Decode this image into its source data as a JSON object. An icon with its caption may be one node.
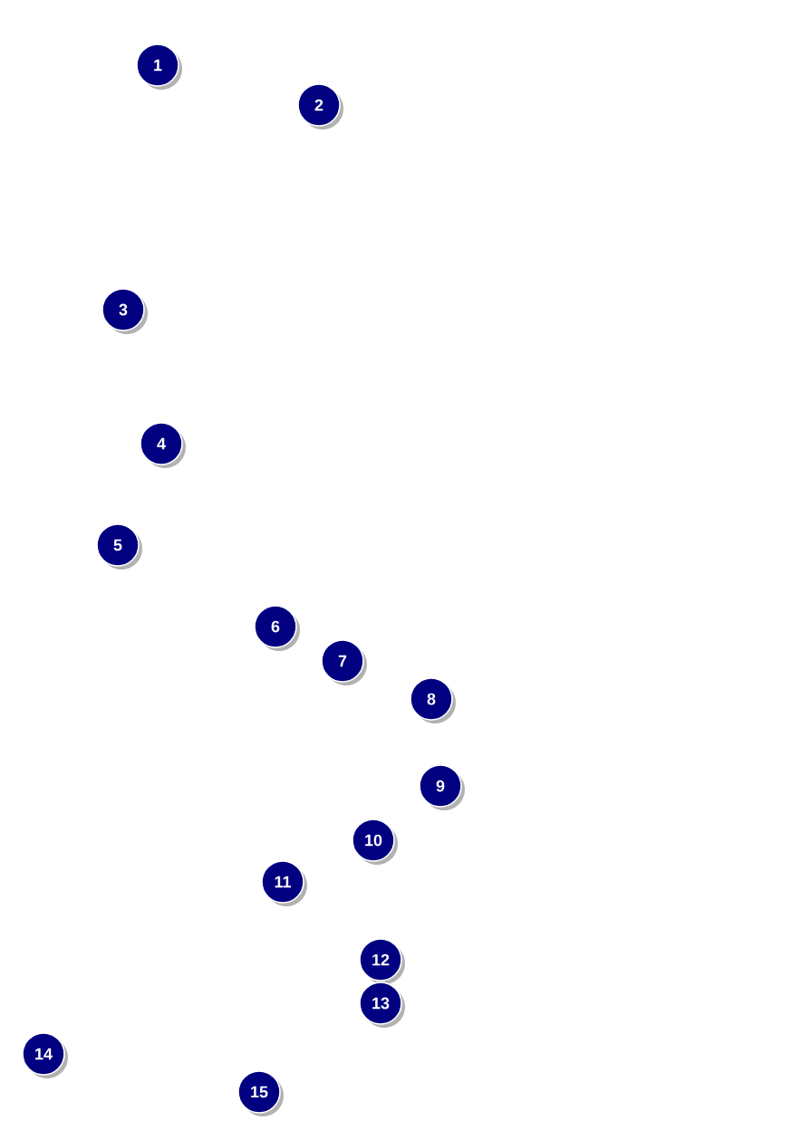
{
  "diagram": {
    "nodes": [
      {
        "text": [
          "1"
        ]
      },
      {
        "text": [
          "2"
        ]
      },
      {
        "text": [
          "3"
        ]
      },
      {
        "text": [
          "4"
        ]
      },
      {
        "text": [
          "5"
        ]
      },
      {
        "text": [
          "6"
        ]
      },
      {
        "text": [
          "7"
        ]
      },
      {
        "text": [
          "8"
        ]
      },
      {
        "text": [
          "9"
        ]
      },
      {
        "text": [
          "10"
        ]
      },
      {
        "text": [
          "11"
        ]
      },
      {
        "text": [
          "12"
        ]
      },
      {
        "text": [
          "13"
        ]
      },
      {
        "text": [
          "14"
        ]
      },
      {
        "text": [
          "15"
        ]
      }
    ]
  }
}
